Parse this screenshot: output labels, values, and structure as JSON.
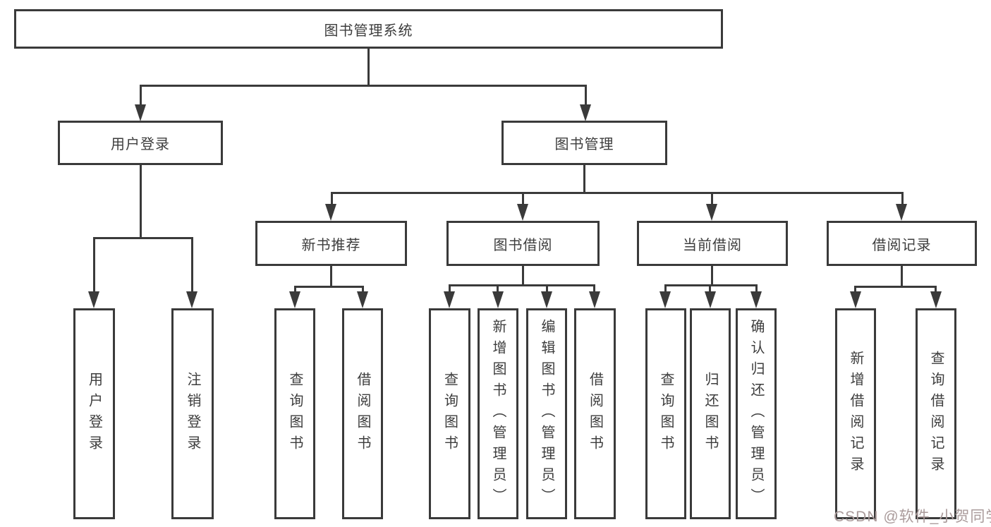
{
  "diagram": {
    "root": {
      "label": "图书管理系统"
    },
    "level2": [
      {
        "label": "用户登录"
      },
      {
        "label": "图书管理"
      }
    ],
    "level3": [
      {
        "label": "新书推荐"
      },
      {
        "label": "图书借阅"
      },
      {
        "label": "当前借阅"
      },
      {
        "label": "借阅记录"
      }
    ],
    "leaves": {
      "user_login": [
        "用户登录",
        "注销登录"
      ],
      "new_book": [
        "查询图书",
        "借阅图书"
      ],
      "book_borrow": [
        "查询图书",
        "新增图书（管理员）",
        "编辑图书（管理员）",
        "借阅图书"
      ],
      "current_borrow": [
        "查询图书",
        "归还图书",
        "确认归还（管理员）"
      ],
      "borrow_record": [
        "新增借阅记录",
        "查询借阅记录"
      ]
    }
  },
  "colors": {
    "line": "#3a3a3a",
    "text": "#3d3d3d",
    "watermark": "#aa9b9b",
    "background": "#ffffff"
  },
  "watermark": {
    "text": "CSDN @软件_小贺同学"
  }
}
